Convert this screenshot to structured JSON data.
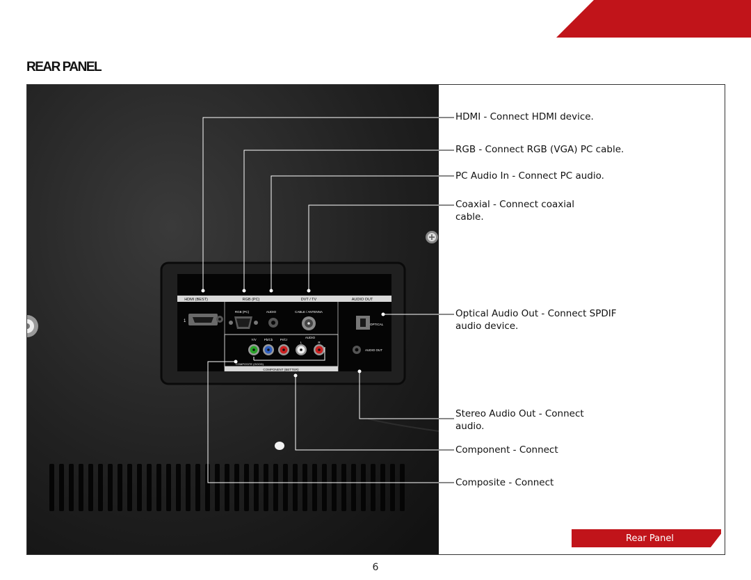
{
  "brand": {
    "accent": "#c1141a",
    "panel_bg": "#1b1b1b"
  },
  "section_heading": "REAR PANEL",
  "callouts": {
    "hdmi": "HDMI - Connect HDMI device.",
    "rgb": "RGB - Connect RGB (VGA) PC cable.",
    "pc_audio": "PC Audio In - Connect PC audio.",
    "coaxial_line1": "Coaxial - Connect coaxial",
    "coaxial_line2": "cable.",
    "optical_line1": "Optical Audio Out - Connect SPDIF",
    "optical_line2": "audio device.",
    "stereo_line1": "Stereo Audio Out - Connect",
    "stereo_line2": "audio.",
    "component": "Component - Connect",
    "composite": "Composite - Connect"
  },
  "panel_labels": {
    "hdmi_best": "HDMI (BEST)",
    "rgb_pc": "RGB (PC)",
    "dvt_tv": "DVT / TV",
    "audio_out": "AUDIO OUT",
    "rgb_pc_small": "RGB (PC)",
    "audio_small": "AUDIO",
    "cable_antenna": "CABLE / ANTENNA",
    "optical": "OPTICAL",
    "audio_out_small": "AUDIO OUT",
    "hdmi_port_num": "1",
    "yv": "Y/V",
    "pb": "Pb/Cb",
    "pr": "Pr/Cr",
    "audio_comp": "AUDIO",
    "l": "L",
    "r": "R",
    "composite_good": "COMPOSITE (GOOD)",
    "component_better": "COMPONENT (BETTER)"
  },
  "tab_label": "Rear Panel",
  "page_number": "6",
  "icons": [
    "screw-icon",
    "power-jack-icon"
  ]
}
